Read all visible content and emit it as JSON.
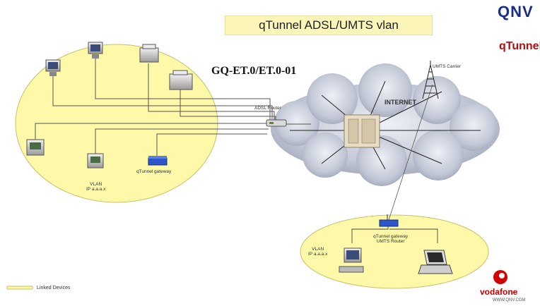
{
  "title": "qTunnel ADSL/UMTS vlan",
  "document_code": "GQ-ET.0/ET.0-01",
  "labels": {
    "adsl_router": "ADSL Router",
    "internet": "INTERNET",
    "umts_carrier": "UMTS Carrier",
    "qtunnel_gateway": "qTunnel gateway",
    "vlan_left": "VLAN\nIP a.a.a.x",
    "vlan_right": "VLAN\nIP a.a.a.x",
    "qtunnel_umts": "qTunnel gateway\nUMTS Router"
  },
  "logos": {
    "qnv": "QNV",
    "qtunnel": "qTunnel",
    "vodafone": "vodafone",
    "website": "WWW.QNV.COM"
  },
  "legend": {
    "label": "Linked Devices"
  },
  "colors": {
    "zone_fill": "#fdf9a8",
    "zone_stroke": "#c9c06a",
    "cloud": "#c8ccd8",
    "device_blue": "#2c56c9"
  }
}
